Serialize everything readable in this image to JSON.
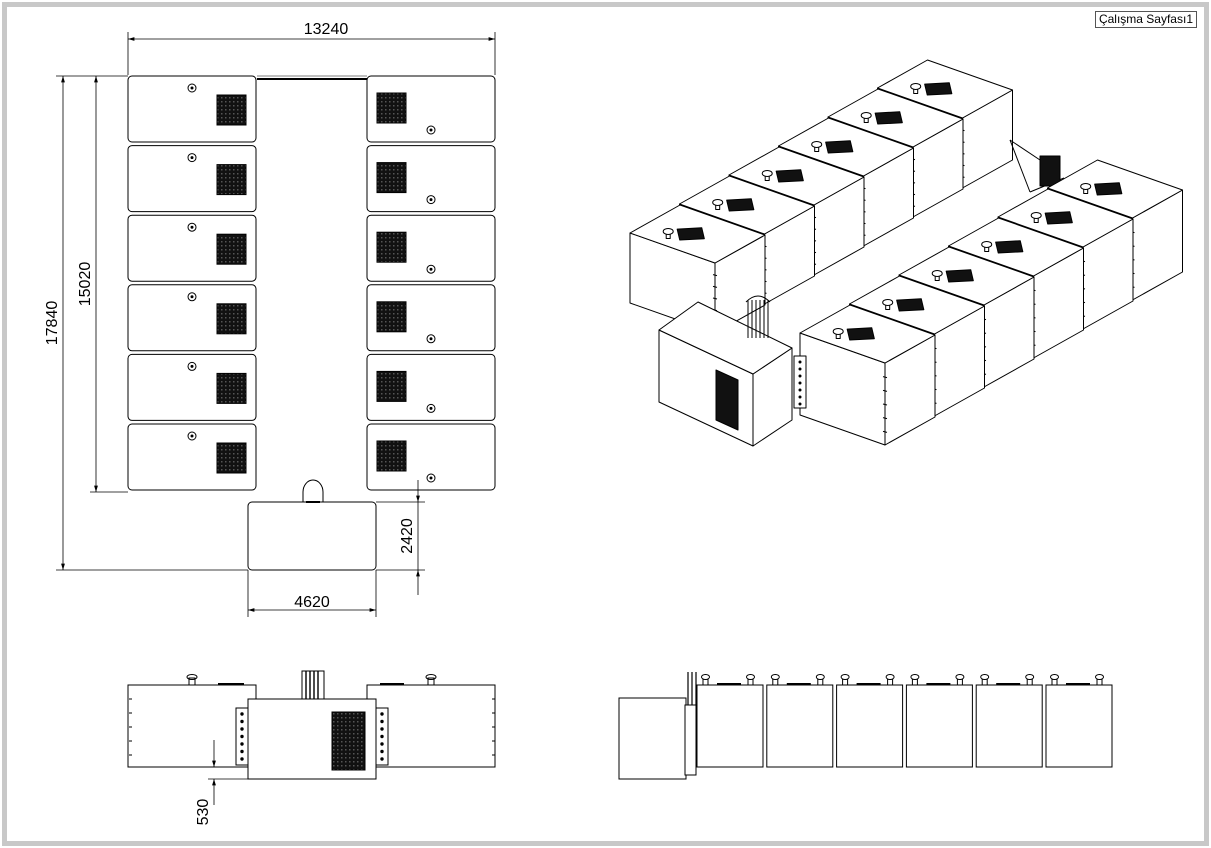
{
  "sheet": {
    "title": "Çalışma Sayfası1",
    "border_color": "#c8c8c8",
    "line_color": "#000000",
    "vent_color": "#111111"
  },
  "dimensions": {
    "overall_width": "13240",
    "overall_length": "17840",
    "container_row_length": "15020",
    "entry_module_depth": "2420",
    "entry_module_width": "4620",
    "height_offset": "530"
  },
  "layout": {
    "containers_per_row": 6,
    "rows": 2,
    "entry_modules": 1
  }
}
